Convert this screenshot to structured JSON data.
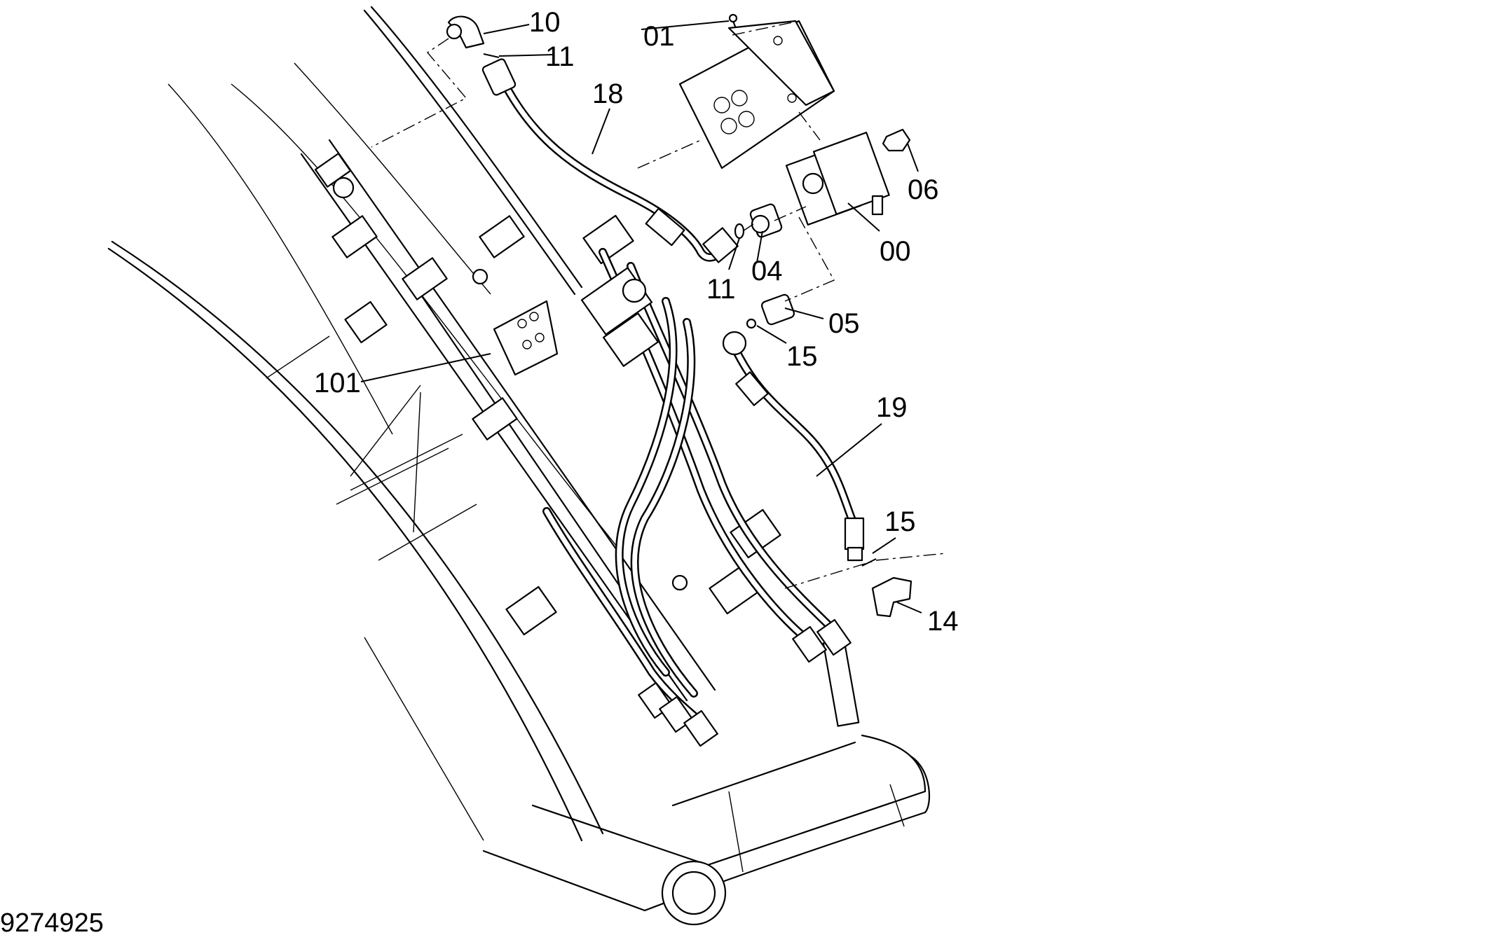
{
  "diagram": {
    "figure_number": "9274925",
    "callouts": {
      "c00": "00",
      "c01": "01",
      "c04": "04",
      "c05": "05",
      "c06": "06",
      "c10": "10",
      "c11a": "11",
      "c11b": "11",
      "c14": "14",
      "c15a": "15",
      "c15b": "15",
      "c18": "18",
      "c19": "19",
      "c101": "101"
    }
  }
}
